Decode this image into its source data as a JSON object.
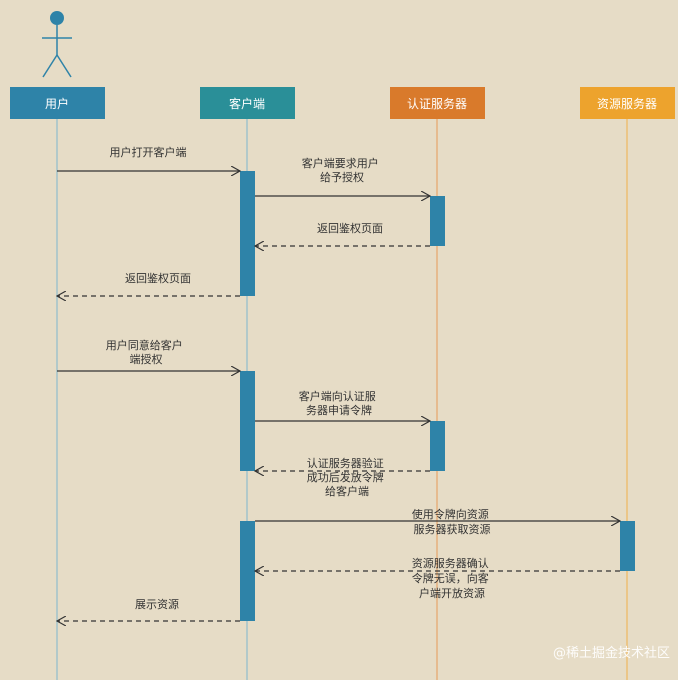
{
  "participants": {
    "user": {
      "label": "用户",
      "color": "#2e83a8"
    },
    "client": {
      "label": "客户端",
      "color": "#2a8f98"
    },
    "auth": {
      "label": "认证服务器",
      "color": "#d97a2b"
    },
    "resource": {
      "label": "资源服务器",
      "color": "#eda32d"
    }
  },
  "messages": {
    "m1": {
      "lines": [
        "用户打开客户端"
      ]
    },
    "m2": {
      "lines": [
        "客户端要求用户",
        "给予授权"
      ]
    },
    "m3": {
      "lines": [
        "返回鉴权页面"
      ]
    },
    "m4": {
      "lines": [
        "返回鉴权页面"
      ]
    },
    "m5": {
      "lines": [
        "用户同意给客户",
        "端授权"
      ]
    },
    "m6": {
      "lines": [
        "客户端向认证服",
        "务器申请令牌"
      ]
    },
    "m7": {
      "lines": [
        "认证服务器验证",
        "成功后发放令牌",
        "给客户端"
      ]
    },
    "m8": {
      "lines": [
        "使用令牌向资源",
        "服务器获取资源"
      ]
    },
    "m9": {
      "lines": [
        "资源服务器确认",
        "令牌无误，向客",
        "户端开放资源"
      ]
    },
    "m10": {
      "lines": [
        "展示资源"
      ]
    }
  },
  "watermark": {
    "text": "@稀土掘金技术社区"
  },
  "colors": {
    "background": "#e6dcc6",
    "actor": "#2e83a8",
    "arrow": "#333333",
    "activation_client": "#2e83a8",
    "activation_auth": "#2e83a8",
    "activation_resource": "#2e83a8",
    "lifeline_user": "#7fb6cf",
    "lifeline_client": "#7fb6cf",
    "lifeline_auth": "#e59a58",
    "lifeline_resource": "#f0b14a"
  }
}
